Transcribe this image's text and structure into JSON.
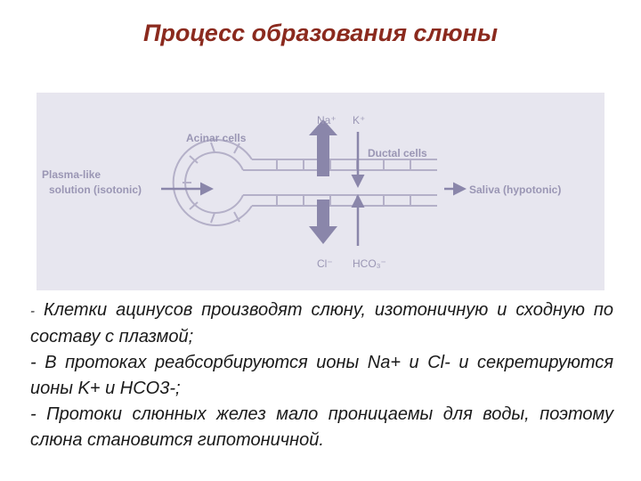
{
  "title": "Процесс образования слюны",
  "diagram": {
    "labels": {
      "na": "Na⁺",
      "k": "K⁺",
      "acinar_cells": "Acinar cells",
      "ductal_cells": "Ductal cells",
      "plasma_line1": "Plasma-like",
      "plasma_line2": "solution (isotonic)",
      "saliva": "Saliva (hypotonic)",
      "cl": "Cl⁻",
      "hco3": "HCO₃⁻"
    },
    "colors": {
      "background": "#e7e6ef",
      "cell_stroke": "#b4b0c8",
      "label": "#9a96b4",
      "arrow": "#8a86aa"
    }
  },
  "text": {
    "p1_dash": "-",
    "p1": " Клетки ацинусов производят слюну, изотоничную и сходную по составу с плазмой;",
    "p2": "- В протоках реабсорбируются ионы Na+ и Cl- и секретируются ионы K+ и HCO3-;",
    "p3": "- Протоки слюнных желез мало проницаемы для воды, поэтому слюна становится гипотоничной."
  }
}
